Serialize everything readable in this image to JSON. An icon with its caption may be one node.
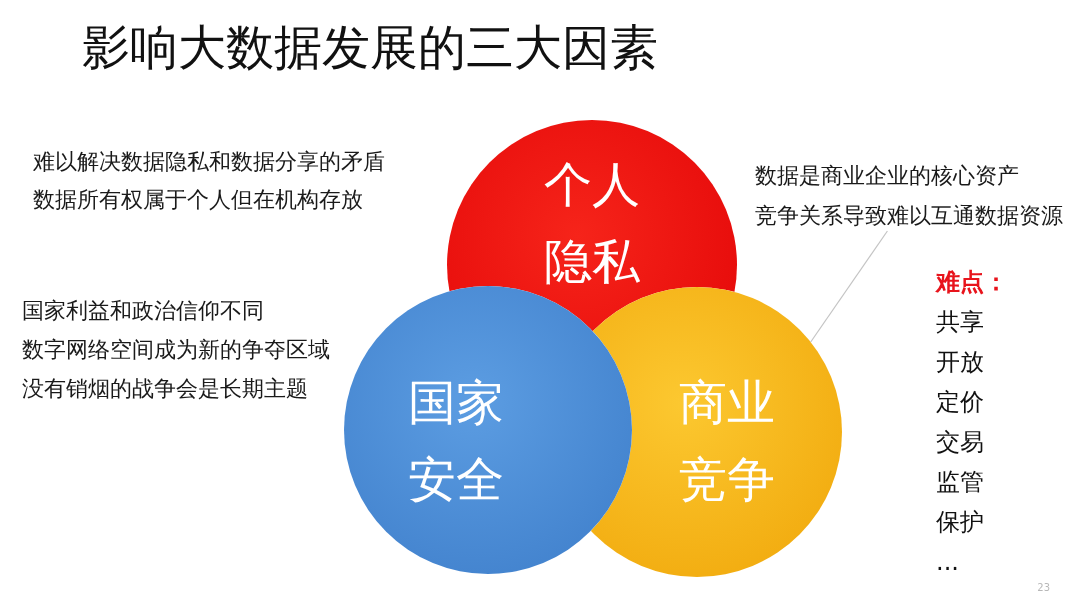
{
  "diagram": {
    "title": "影响大数据发展的三大因素",
    "nodes": [
      {
        "text": [
          "个人隐私"
        ],
        "beside": [
          "难以解决数据隐私和数据分享的矛盾",
          "数据所有权属于个人但在机构存放"
        ]
      },
      {
        "text": [
          "国家安全"
        ],
        "beside": [
          "国家利益和政治信仰不同",
          "数字网络空间成为新的争夺区域",
          "没有销烟的战争会是长期主题"
        ]
      },
      {
        "text": [
          "商业竞争"
        ]
      },
      {
        "text": [
          "数据是商业企业的核心资产",
          "竞争关系导致难以互通数据资源"
        ]
      }
    ],
    "edges": [
      {
        "from": 3,
        "to": 2,
        "arrow": "none"
      }
    ],
    "labels": [
      "难点：",
      "共享",
      "开放",
      "定价",
      "交易",
      "监管",
      "保护",
      "...",
      "23"
    ]
  }
}
